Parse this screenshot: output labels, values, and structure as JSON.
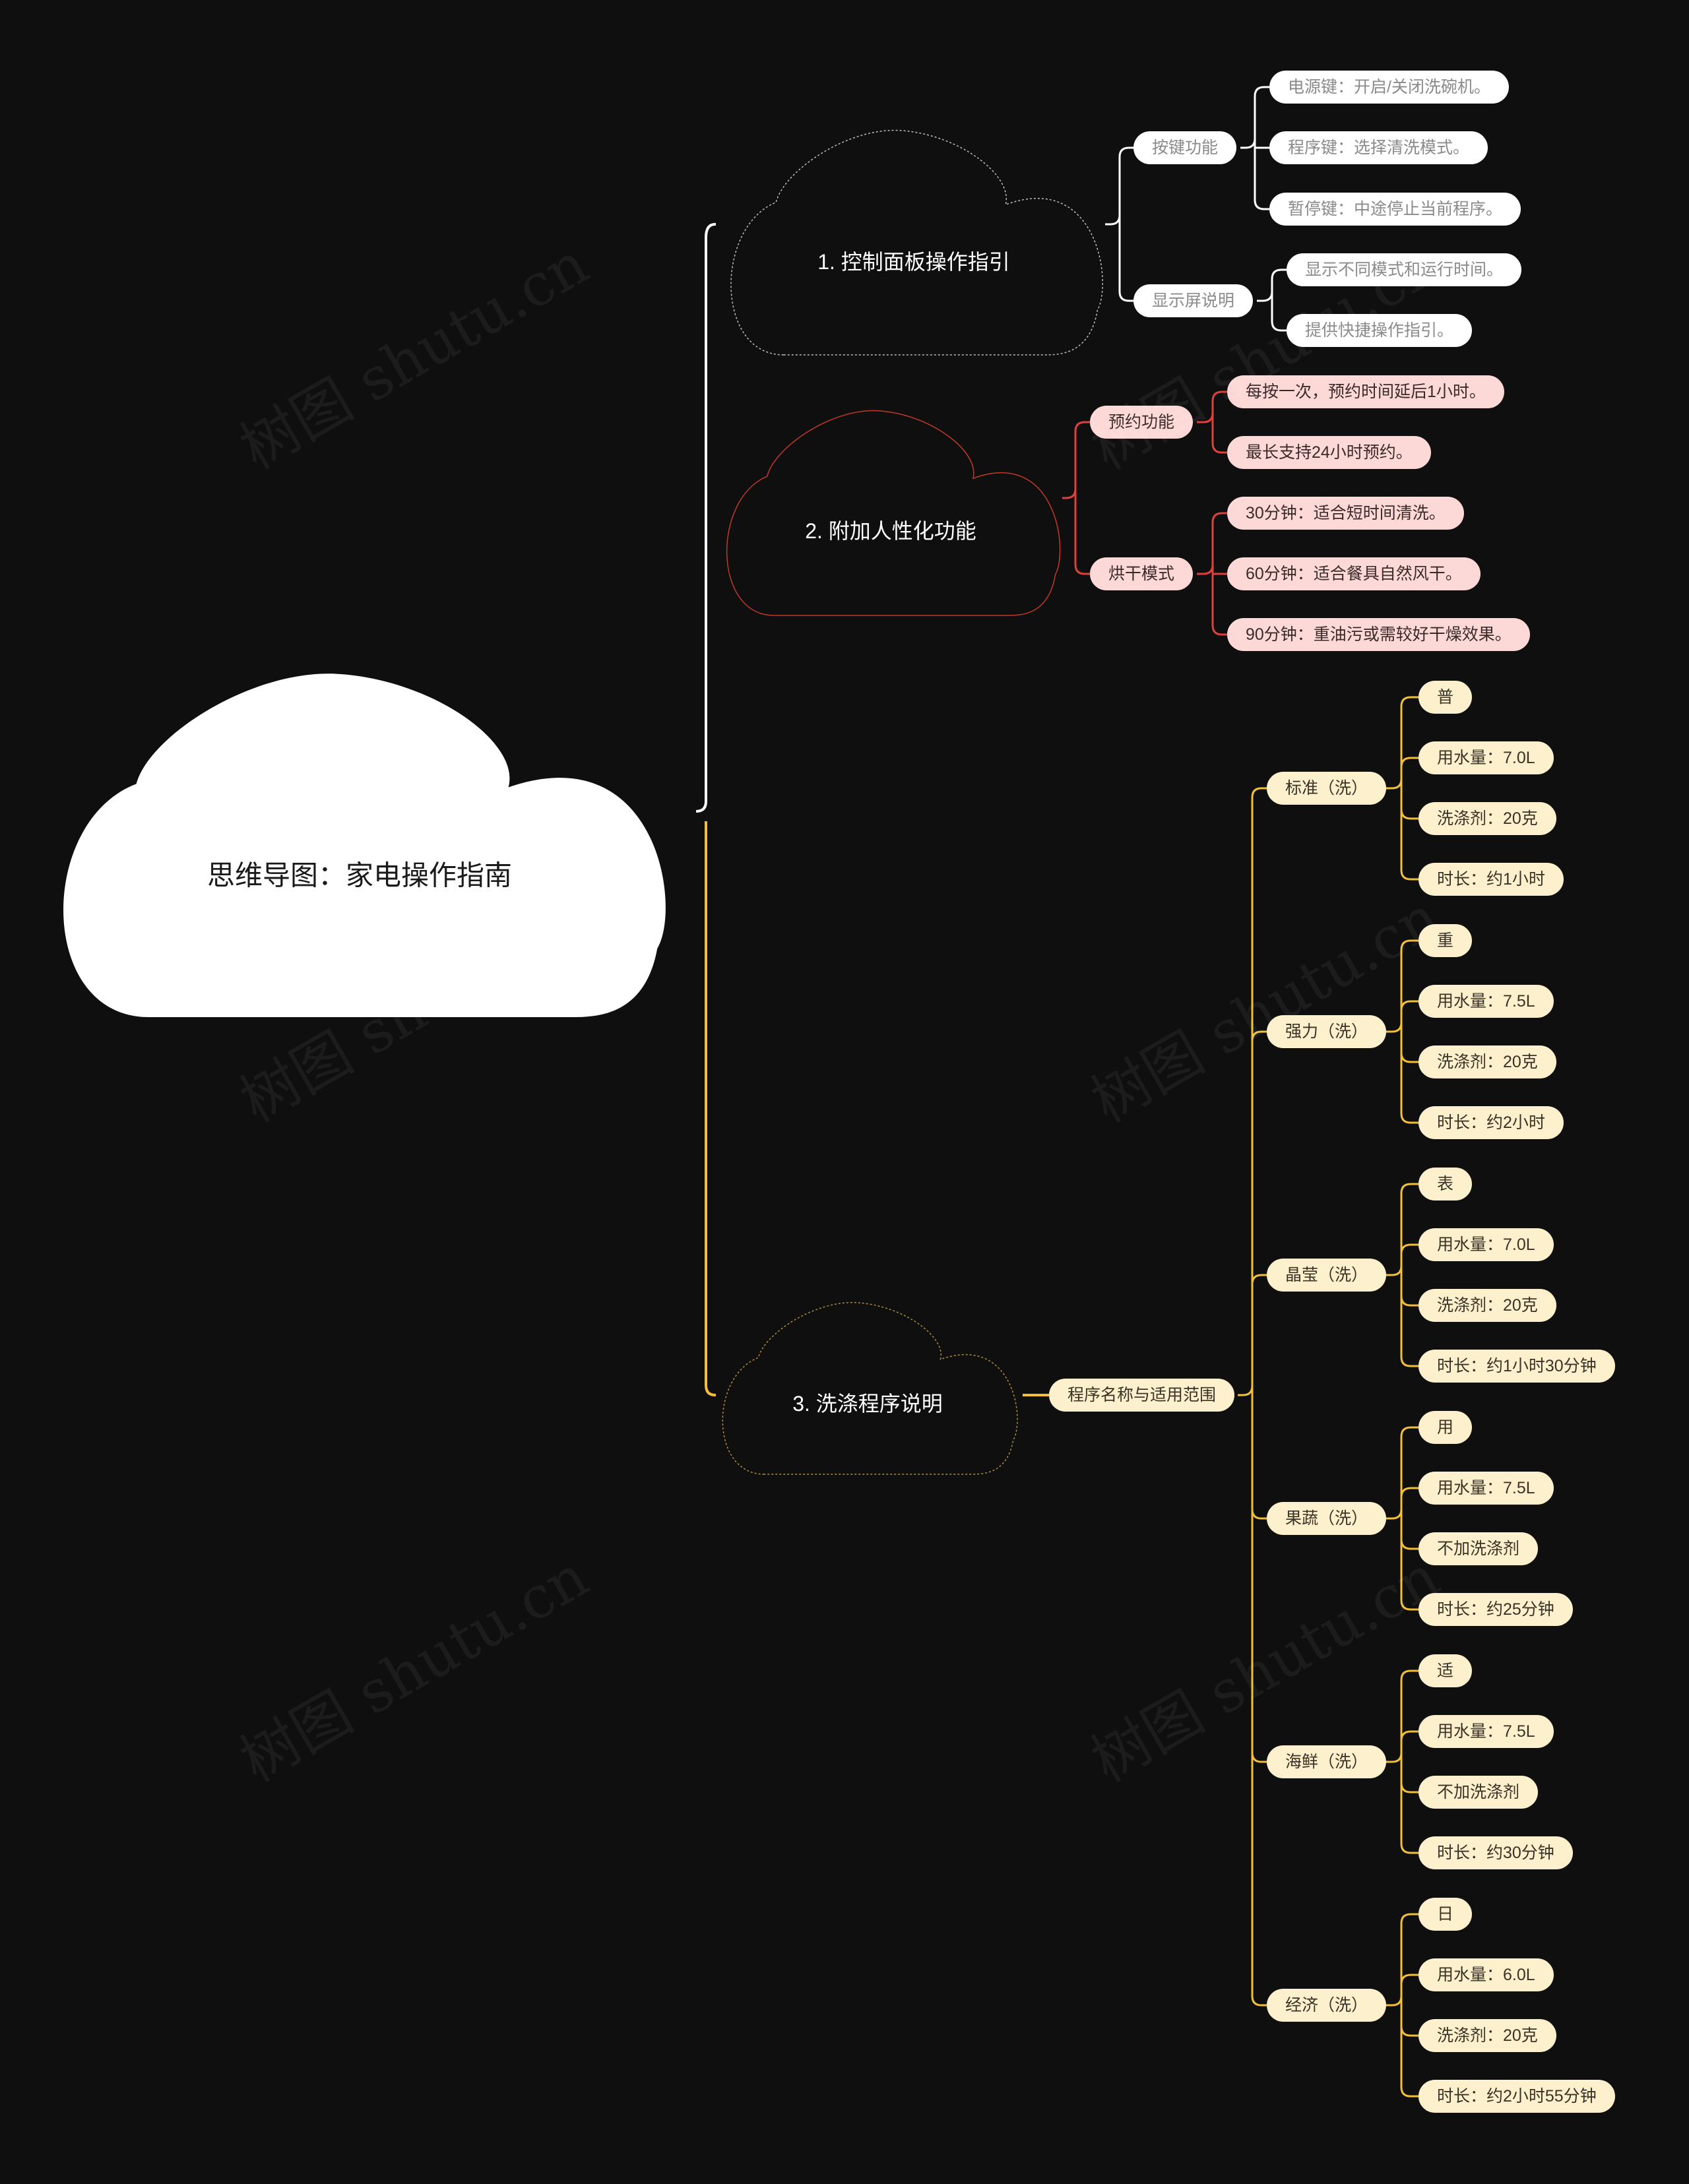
{
  "root": {
    "title": "思维导图：家电操作指南"
  },
  "branches": [
    {
      "title": "1. 控制面板操作指引",
      "groups": [
        {
          "label": "按键功能",
          "items": [
            "电源键：开启/关闭洗碗机。",
            "程序键：选择清洗模式。",
            "暂停键：中途停止当前程序。"
          ]
        },
        {
          "label": "显示屏说明",
          "items": [
            "显示不同模式和运行时间。",
            "提供快捷操作指引。"
          ]
        }
      ]
    },
    {
      "title": "2. 附加人性化功能",
      "groups": [
        {
          "label": "预约功能",
          "items": [
            "每按一次，预约时间延后1小时。",
            "最长支持24小时预约。"
          ]
        },
        {
          "label": "烘干模式",
          "items": [
            "30分钟：适合短时间清洗。",
            "60分钟：适合餐具自然风干。",
            "90分钟：重油污或需较好干燥效果。"
          ]
        }
      ]
    },
    {
      "title": "3. 洗涤程序说明",
      "hub": "程序名称与适用范围",
      "programs": [
        {
          "label": "标准（洗）",
          "items": [
            "普",
            "用水量：7.0L",
            "洗涤剂：20克",
            "时长：约1小时"
          ]
        },
        {
          "label": "强力（洗）",
          "items": [
            "重",
            "用水量：7.5L",
            "洗涤剂：20克",
            "时长：约2小时"
          ]
        },
        {
          "label": "晶莹（洗）",
          "items": [
            "表",
            "用水量：7.0L",
            "洗涤剂：20克",
            "时长：约1小时30分钟"
          ]
        },
        {
          "label": "果蔬（洗）",
          "items": [
            "用",
            "用水量：7.5L",
            "不加洗涤剂",
            "时长：约25分钟"
          ]
        },
        {
          "label": "海鲜（洗）",
          "items": [
            "适",
            "用水量：7.5L",
            "不加洗涤剂",
            "时长：约30分钟"
          ]
        },
        {
          "label": "经济（洗）",
          "items": [
            "日",
            "用水量：6.0L",
            "洗涤剂：20克",
            "时长：约2小时55分钟"
          ]
        }
      ]
    }
  ],
  "watermark": "树图 shutu.cn",
  "colors": {
    "background": "#0f0f0f",
    "branch1": "#ffffff",
    "branch2": "#e0403a",
    "branch3": "#f2c037",
    "pill_white": "#ffffff",
    "pill_pink": "#fcd9d7",
    "pill_cream": "#fdf0cc"
  }
}
